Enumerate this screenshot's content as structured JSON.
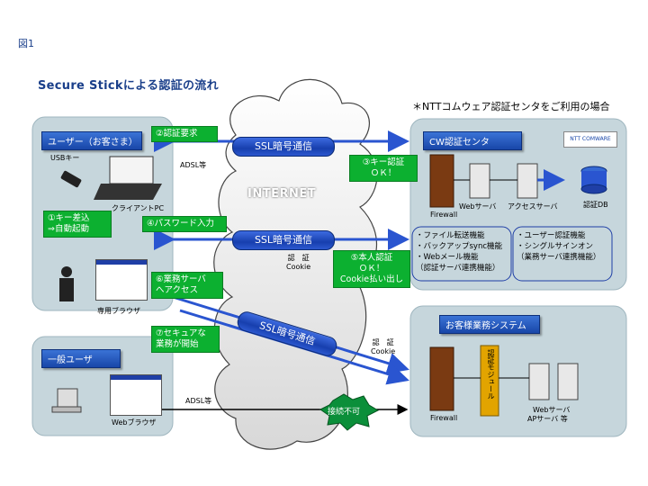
{
  "figure_label": "図1",
  "title": "Secure Stickによる認証の流れ",
  "note": "＊NTTコムウェア認証センタをご利用の場合",
  "internet_label": "INTERNET",
  "user_panel": {
    "header": "ユーザー（お客さま）",
    "usb_key": "USBキー",
    "client_pc": "クライアントPC",
    "dedicated_browser": "専用ブラウザ",
    "adsl": "ADSL等"
  },
  "general_user_panel": {
    "header": "一般ユーザ",
    "web_browser": "Webブラウザ",
    "adsl": "ADSL等"
  },
  "auth_center_panel": {
    "header": "CW認証センタ",
    "firewall": "Firewall",
    "web_server": "Webサーバ",
    "access_server": "アクセスサーバ",
    "auth_db": "認証DB",
    "logo_text": "NTT COMWARE",
    "features_left": [
      "・ファイル転送機能",
      "・バックアップsync機能",
      "・Webメール機能",
      "（認証サーバ連携機能）"
    ],
    "features_right": [
      "・ユーザー認証機能",
      "・シングルサインオン",
      "（業務サーバ連携機能）"
    ]
  },
  "business_panel": {
    "header": "お客様業務システム",
    "firewall": "Firewall",
    "auth_module": "認証モジュール",
    "web_server": "Webサーバ",
    "ap_server": "APサーバ 等"
  },
  "steps": {
    "s1": [
      "①キー差込",
      "⇒自動起動"
    ],
    "s2": "②認証要求",
    "s3": [
      "③キー認証",
      "ＯＫ！"
    ],
    "s4": "④パスワード入力",
    "s5": [
      "⑤本人認証",
      "ＯＫ！",
      "Cookie払い出し"
    ],
    "s6": [
      "⑥業務サーバ",
      "へアクセス"
    ],
    "s7": [
      "⑦セキュアな",
      "業務が開始"
    ]
  },
  "ssl_labels": [
    "SSL暗号通信",
    "SSL暗号通信",
    "SSL暗号通信"
  ],
  "cookie_labels": [
    {
      "auth": "認　証",
      "cookie": "Cookie"
    },
    {
      "auth": "認　証",
      "cookie": "Cookie"
    }
  ],
  "connection_refused": "接続不可",
  "colors": {
    "header_blue": "#1846a8",
    "step_green": "#0cb030",
    "arrow_blue": "#2a55d0",
    "panel_gray": "#c6d6dc"
  }
}
